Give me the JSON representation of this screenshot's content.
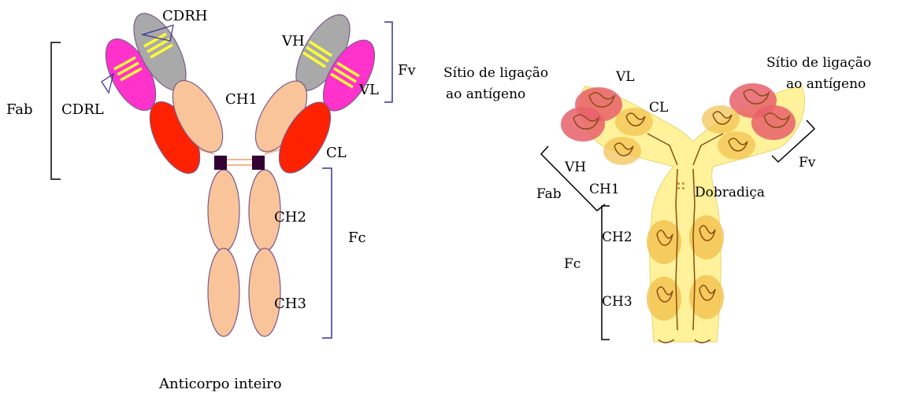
{
  "left_diagram": {
    "caption": "Anticorpo inteiro",
    "labels": {
      "cdrh": "CDRH",
      "cdrl": "CDRL",
      "fab": "Fab",
      "vh": "VH",
      "vl": "VL",
      "fv": "Fv",
      "ch1": "CH1",
      "cl": "CL",
      "ch2": "CH2",
      "ch3": "CH3",
      "fc": "Fc"
    },
    "colors": {
      "heavy_chain": "#f9c49a",
      "vh_domain": "#a9a9a9",
      "vl_domain": "#ff33cc",
      "cl_domain": "#ff2200",
      "cdr_stripe": "#ffff33",
      "hinge": "#330033",
      "bracket": "#333399"
    }
  },
  "right_diagram": {
    "labels": {
      "site_left_line1": "Sítio de ligação",
      "site_left_line2": "ao antígeno",
      "site_right_line1": "Sítio de ligação",
      "site_right_line2": "ao antígeno",
      "vl": "VL",
      "cl": "CL",
      "vh": "VH",
      "ch1": "CH1",
      "fab": "Fab",
      "fv": "Fv",
      "hinge": "Dobradiça",
      "ch2": "CH2",
      "ch3": "CH3",
      "fc": "Fc"
    },
    "colors": {
      "body": "#fff29a",
      "domain": "#f2c04d",
      "variable": "#e8606a",
      "loop": "#8a4b14"
    }
  }
}
